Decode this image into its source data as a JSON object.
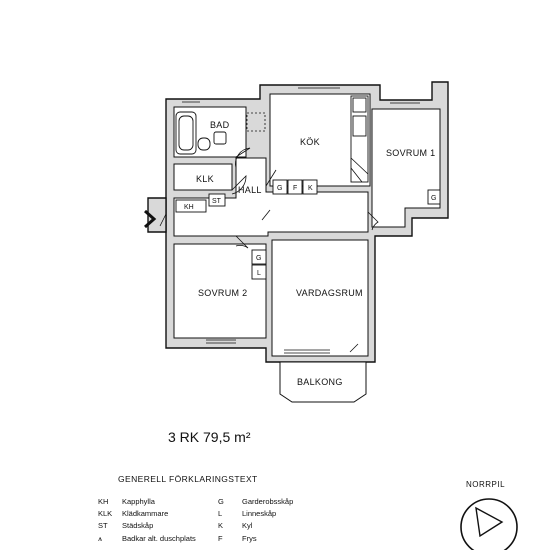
{
  "rooms": {
    "bad": "BAD",
    "kok": "KÖK",
    "sovrum1": "SOVRUM 1",
    "klk": "KLK",
    "hall": "HALL",
    "kh": "KH",
    "st": "ST",
    "sovrum2": "SOVRUM 2",
    "vardagsrum": "VARDAGSRUM",
    "balkong": "BALKONG"
  },
  "fixtures": {
    "g": "G",
    "f": "F",
    "k": "K",
    "l": "L"
  },
  "area_text": "3 RK 79,5 m²",
  "legend": {
    "title": "GENERELL FÖRKLARINGSTEXT",
    "left": [
      {
        "code": "KH",
        "text": "Kapphylla"
      },
      {
        "code": "KLK",
        "text": "Klädkammare"
      },
      {
        "code": "ST",
        "text": "Städskåp"
      },
      {
        "code": "⩚",
        "text": "Badkar alt. duschplats"
      }
    ],
    "right": [
      {
        "code": "G",
        "text": "Garderobsskåp"
      },
      {
        "code": "L",
        "text": "Linneskåp"
      },
      {
        "code": "K",
        "text": "Kyl"
      },
      {
        "code": "F",
        "text": "Frys"
      }
    ]
  },
  "north_label": "NORRPIL"
}
